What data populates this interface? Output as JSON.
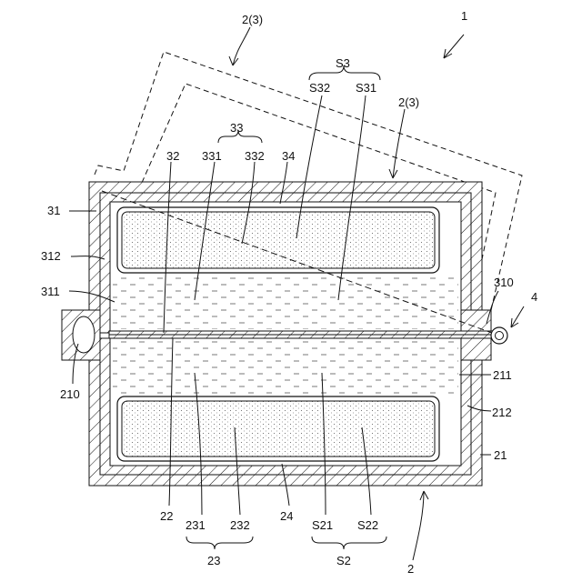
{
  "labels": {
    "l1": "1",
    "l2_3_top": "2(3)",
    "lS3": "S3",
    "lS32": "S32",
    "lS31": "S31",
    "l2_3_right": "2(3)",
    "l33": "33",
    "l32": "32",
    "l331": "331",
    "l332": "332",
    "l34": "34",
    "l31": "31",
    "l312": "312",
    "l311": "311",
    "l310": "310",
    "l4": "4",
    "l210": "210",
    "l211": "211",
    "l212": "212",
    "l21": "21",
    "l22": "22",
    "l231": "231",
    "l232": "232",
    "l24": "24",
    "lS21": "S21",
    "lS22": "S22",
    "l23": "23",
    "lS2": "S2",
    "l2_bottom": "2"
  },
  "colors": {
    "ink": "#111111",
    "paper": "#ffffff"
  }
}
